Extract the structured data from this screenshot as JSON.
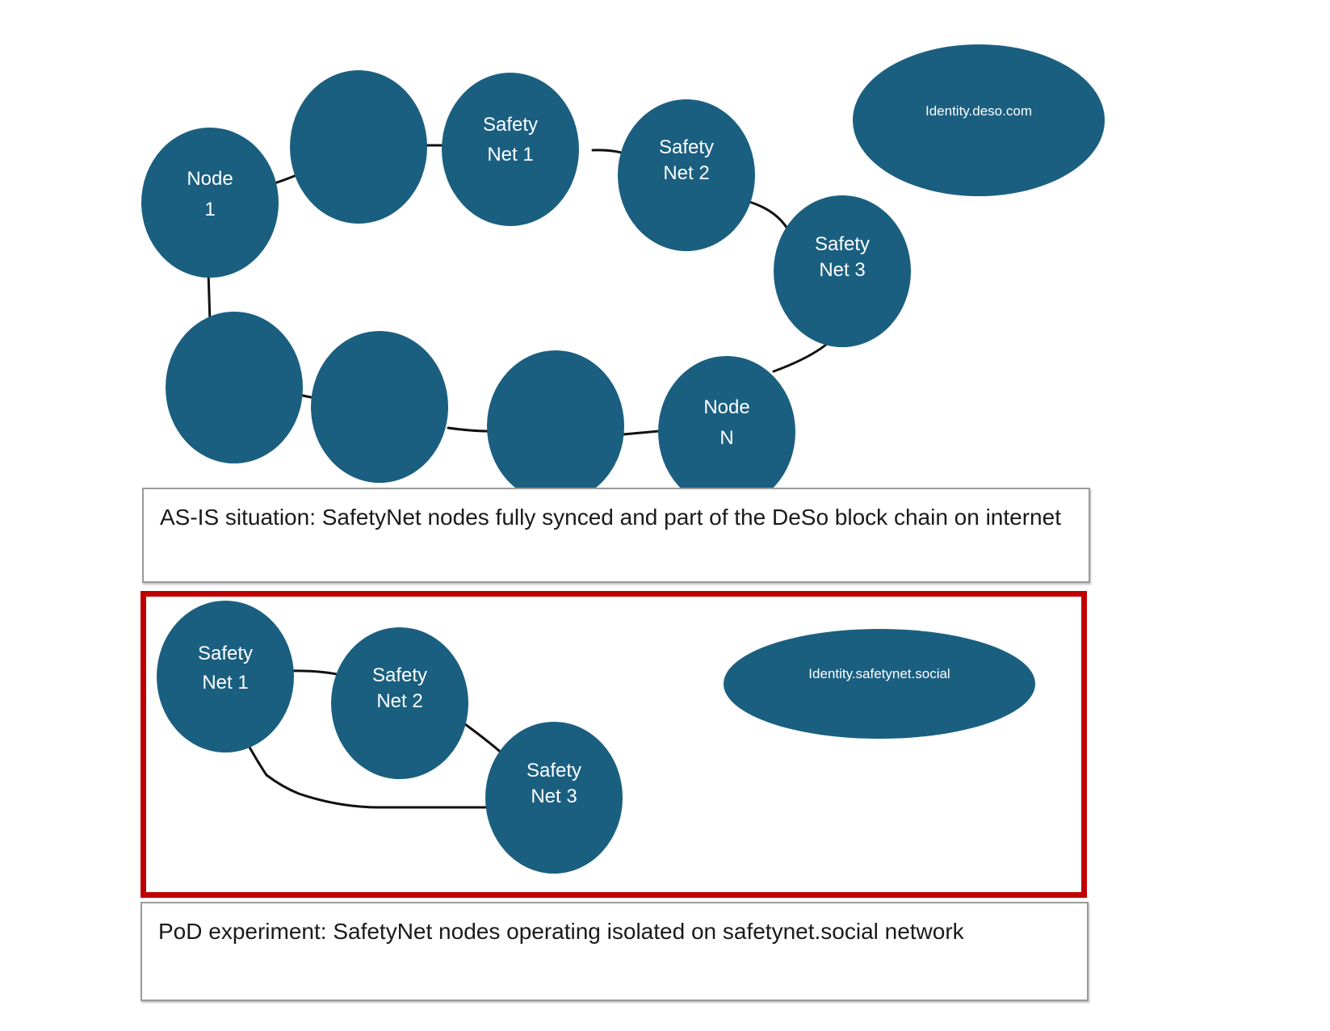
{
  "asis": {
    "nodes": [
      {
        "id": "node-1",
        "label": [
          "Node",
          "1"
        ]
      },
      {
        "id": "node-blank-a",
        "label": []
      },
      {
        "id": "safety-net-1",
        "label": [
          "Safety",
          "Net 1"
        ]
      },
      {
        "id": "safety-net-2",
        "label": [
          "Safety",
          "Net 2"
        ]
      },
      {
        "id": "safety-net-3",
        "label": [
          "Safety",
          "Net 3"
        ]
      },
      {
        "id": "node-n",
        "label": [
          "Node",
          "N"
        ]
      },
      {
        "id": "node-blank-b",
        "label": []
      },
      {
        "id": "node-blank-c",
        "label": []
      },
      {
        "id": "node-blank-d",
        "label": []
      }
    ],
    "identity": "Identity.deso.com",
    "caption": "AS-IS situation: SafetyNet nodes fully synced and part of the DeSo block chain on internet"
  },
  "pod": {
    "nodes": [
      {
        "id": "pod-safety-net-1",
        "label": [
          "Safety",
          "Net 1"
        ]
      },
      {
        "id": "pod-safety-net-2",
        "label": [
          "Safety",
          "Net 2"
        ]
      },
      {
        "id": "pod-safety-net-3",
        "label": [
          "Safety",
          "Net 3"
        ]
      }
    ],
    "identity": "Identity.safetynet.social",
    "caption": "PoD experiment: SafetyNet nodes operating isolated on safetynet.social network"
  },
  "colors": {
    "node_fill": "#1a5f80",
    "frame_highlight": "#c00000",
    "edge": "#111111"
  }
}
